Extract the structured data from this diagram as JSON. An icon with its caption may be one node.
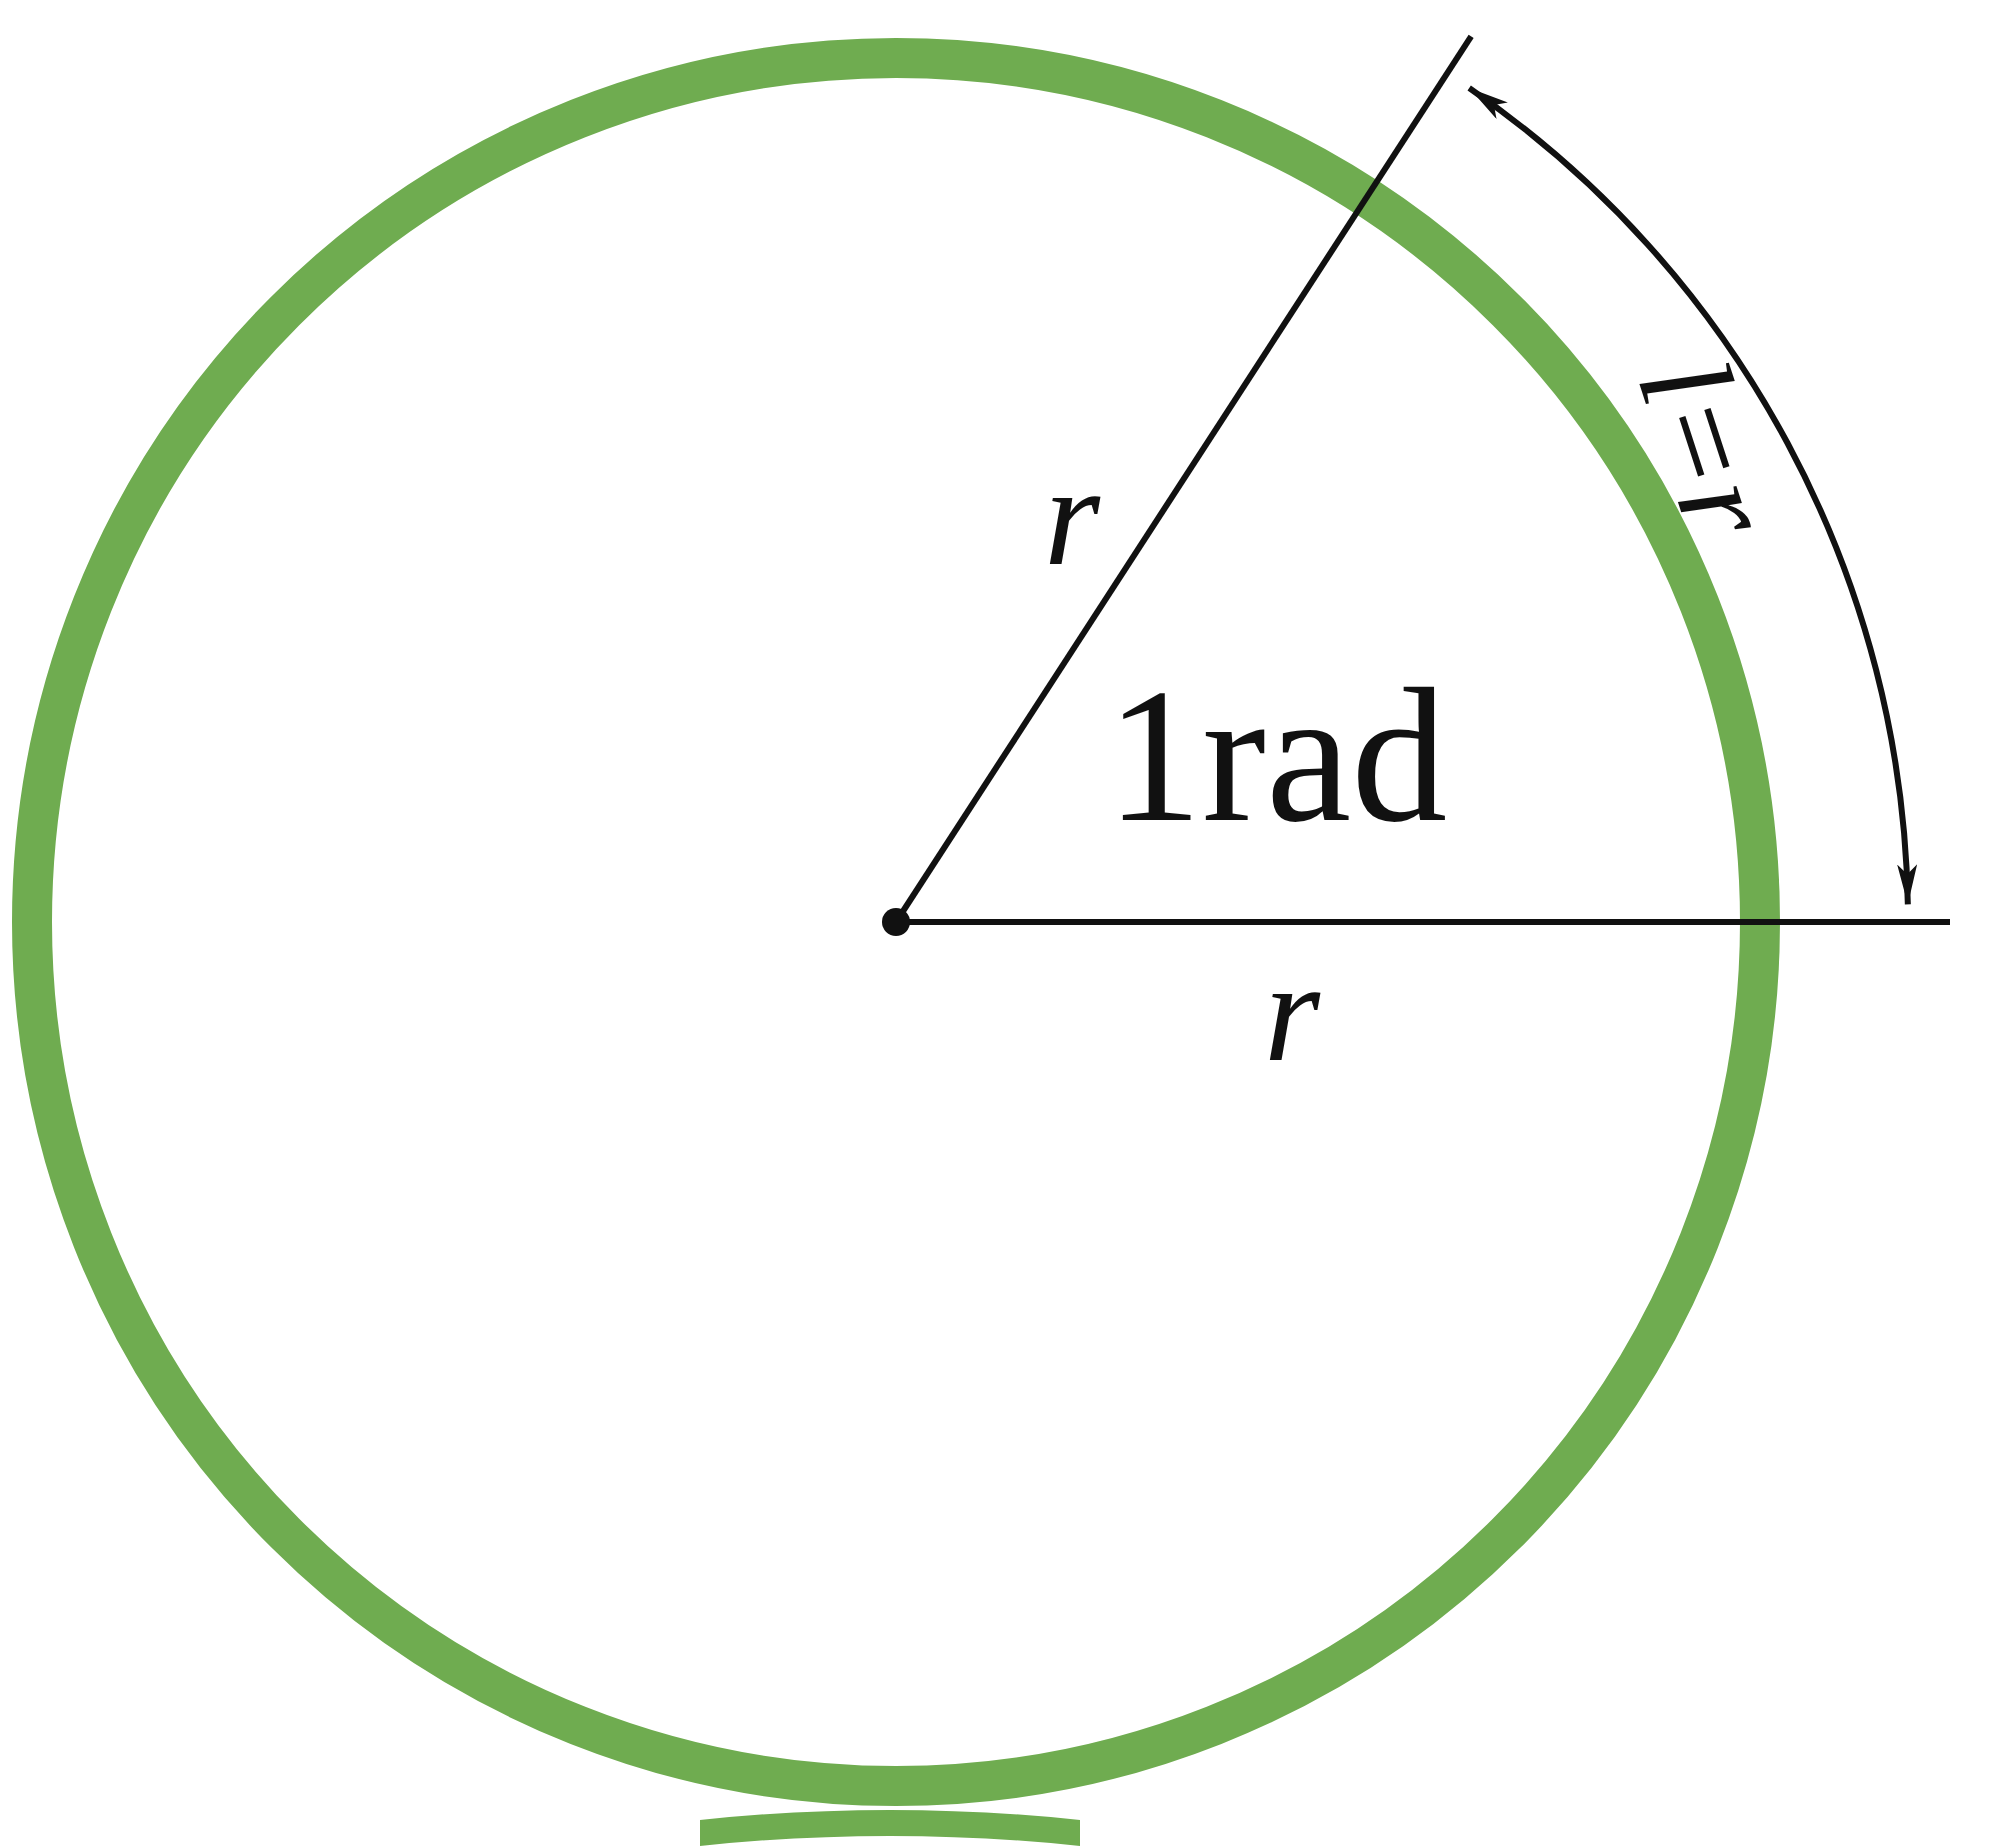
{
  "diagram": {
    "labels": [
      "r",
      "1rad",
      "r",
      "l=r"
    ]
  }
}
